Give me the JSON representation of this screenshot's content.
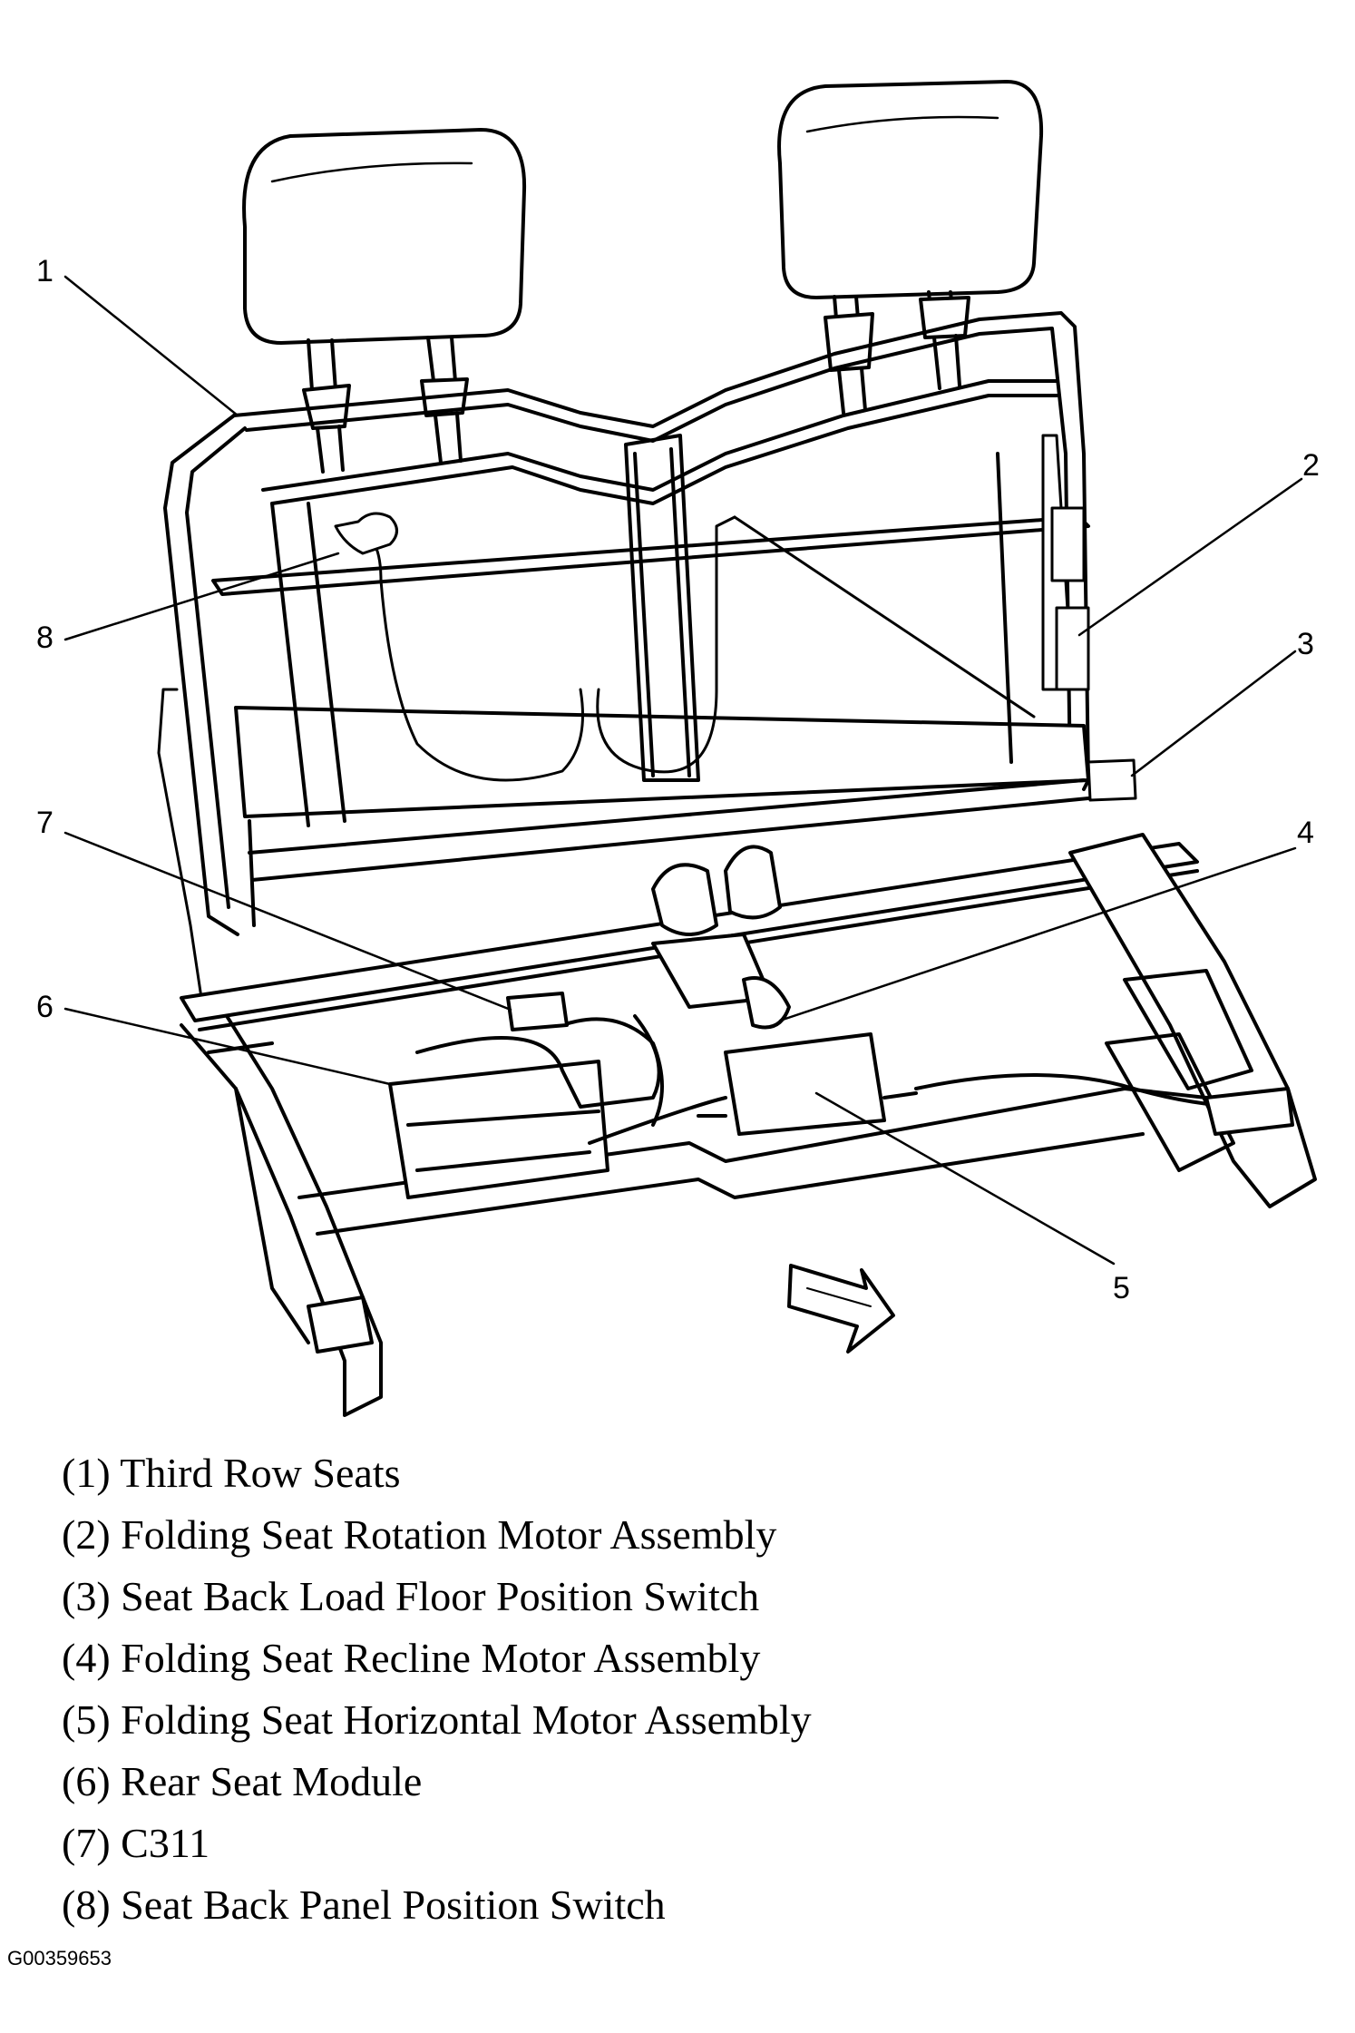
{
  "callouts": {
    "c1": "1",
    "c2": "2",
    "c3": "3",
    "c4": "4",
    "c5": "5",
    "c6": "6",
    "c7": "7",
    "c8": "8"
  },
  "legend": [
    "(1) Third Row Seats",
    "(2) Folding Seat Rotation Motor Assembly",
    "(3) Seat Back Load Floor Position Switch",
    "(4) Folding Seat Recline Motor Assembly",
    "(5) Folding Seat Horizontal Motor Assembly",
    "(6) Rear Seat Module",
    "(7) C311",
    "(8) Seat Back Panel Position Switch"
  ],
  "figure_id": "G00359653"
}
